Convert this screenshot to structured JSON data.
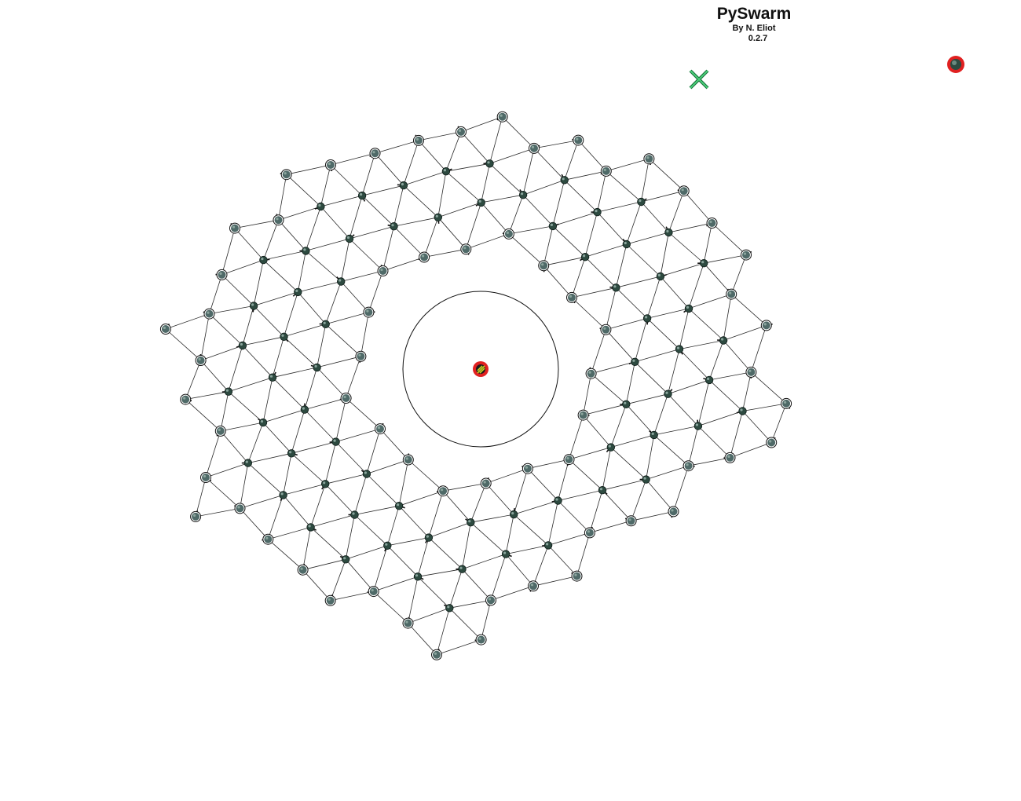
{
  "app": {
    "title": "PySwarm",
    "author": "By N. Eliot",
    "version": "0.2.7"
  },
  "legend_icons": {
    "target": "target-cross-icon",
    "agent_marker": "red-ring-agent-icon",
    "obstacle_center": "striped-obstacle-icon"
  },
  "colors": {
    "background": "#ffffff",
    "link": "#2a2a2a",
    "agent_inner": "#2d4a40",
    "agent_perimeter": "#4f6a68",
    "target": "#1e8f4a",
    "marker_ring": "#e02020",
    "obstacle_stripe": "#c8d020"
  },
  "swarm": {
    "shape": "hexagonal-lattice",
    "perimeter_style": "ringed",
    "interior_style": "solid"
  }
}
